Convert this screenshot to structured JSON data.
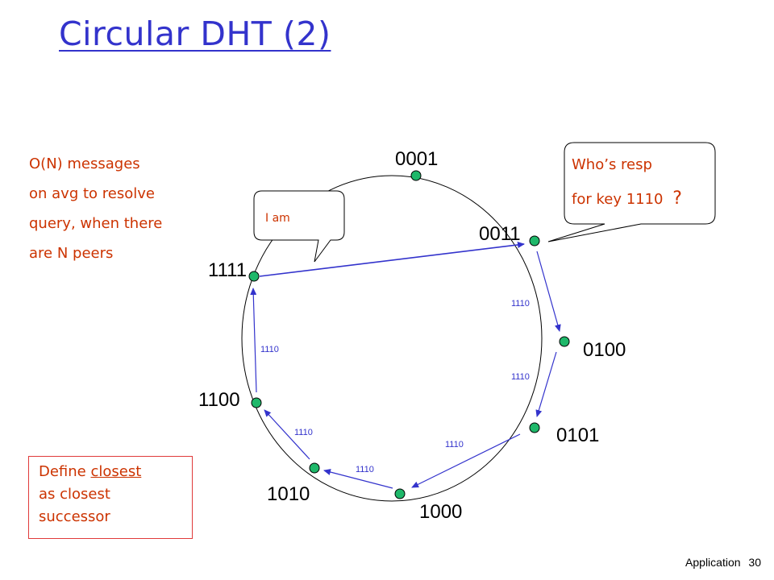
{
  "slide": {
    "title": "Circular DHT  (2)",
    "footer": {
      "label": "Application",
      "page": "30"
    }
  },
  "note": {
    "lines": [
      "O(N) messages",
      "on avg to resolve",
      "query, when there",
      "are N peers"
    ]
  },
  "define_box": {
    "prefix": "Define ",
    "underlined": "closest",
    "rest_lines": [
      "as closest",
      "successor"
    ]
  },
  "callouts": {
    "query": {
      "line1": "Who’s resp",
      "line2": "for key 1110",
      "mark": "?"
    },
    "answer": {
      "text": "I am"
    }
  },
  "ring": {
    "nodes": [
      "0001",
      "0011",
      "0100",
      "0101",
      "1000",
      "1010",
      "1100",
      "1111"
    ],
    "query_key": "1110",
    "query_path": [
      "0011",
      "0100",
      "0101",
      "1000",
      "1010",
      "1100",
      "1111"
    ]
  },
  "colors": {
    "title": "#3333cc",
    "text_accent": "#cc3300",
    "node_fill": "#1fb86a",
    "arrow": "#3333cc",
    "ring": "#000000"
  }
}
